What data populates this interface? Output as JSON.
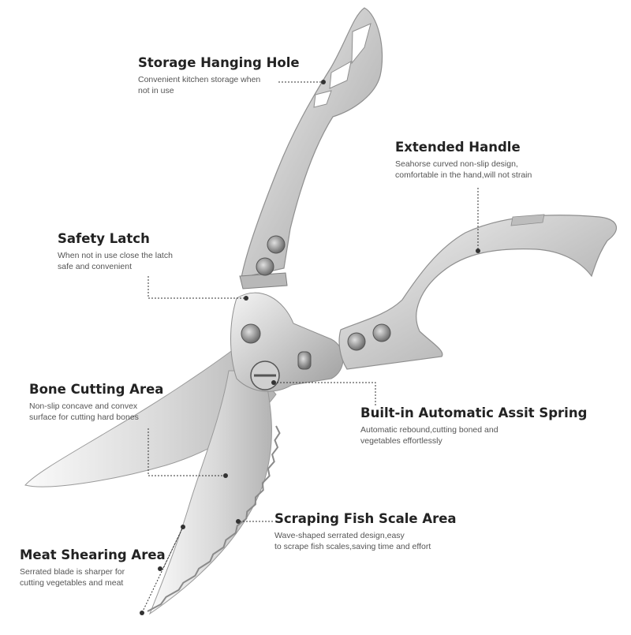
{
  "callouts": [
    {
      "id": "storage",
      "title": "Storage Hanging Hole",
      "lines": [
        "Convenient kitchen storage when",
        "not in use"
      ]
    },
    {
      "id": "handle",
      "title": "Extended Handle",
      "lines": [
        "Seahorse curved non-slip design,",
        "comfortable in the hand,will not strain"
      ]
    },
    {
      "id": "latch",
      "title": "Safety Latch",
      "lines": [
        "When not in use close the latch",
        "safe and convenient"
      ]
    },
    {
      "id": "bone",
      "title": "Bone Cutting Area",
      "lines": [
        "Non-slip concave and convex",
        "surface for cutting hard bones"
      ]
    },
    {
      "id": "spring",
      "title": "Built-in Automatic Assit Spring",
      "lines": [
        "Automatic rebound,cutting boned and",
        "vegetables effortlessly"
      ]
    },
    {
      "id": "scale",
      "title": "Scraping Fish Scale Area",
      "lines": [
        "Wave-shaped serrated design,easy",
        "to scrape fish scales,saving time and effort"
      ]
    },
    {
      "id": "meat",
      "title": "Meat Shearing Area",
      "lines": [
        "Serrated blade is sharper for",
        "cutting vegetables and meat"
      ]
    }
  ],
  "colors": {
    "metal": "#c9c9c9",
    "metal_dark": "#8f8f8f",
    "blade": "#e6e6e6",
    "line": "#333333"
  }
}
